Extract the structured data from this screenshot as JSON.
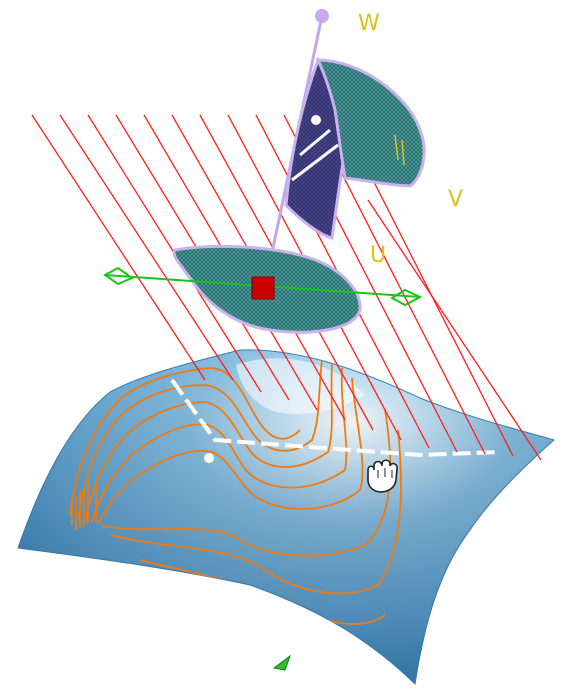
{
  "axes": {
    "w_label": "W",
    "v_label": "V",
    "u_label": "U"
  },
  "colors": {
    "background": "#ffffff",
    "surface_light": "#cfe8f8",
    "surface_mid": "#7fb6d9",
    "surface_dark": "#3f86b8",
    "contour": "#f07a12",
    "cut_planes": "#ff1e1e",
    "compass_outline": "#c9b3ec",
    "compass_fill": "#3a8a8a",
    "compass_axis_line": "#bfa8e8",
    "u_axis": "#19c419",
    "handle": "#cc0000",
    "axis_label": "#d8c21a"
  },
  "icons": {
    "grab_cursor": "hand-cursor-icon",
    "small_marker": "green-arrow-icon"
  }
}
